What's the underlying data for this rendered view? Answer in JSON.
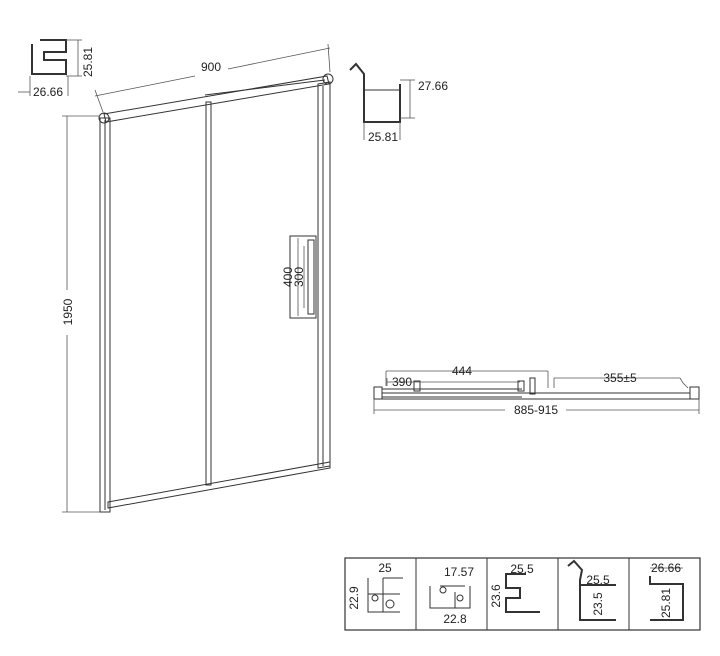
{
  "door": {
    "width": "900",
    "height": "1950",
    "handle_outer": "400",
    "handle_inner": "300"
  },
  "top_left_profile": {
    "width": "26.66",
    "height": "25.81"
  },
  "top_right_profile": {
    "height": "27.66",
    "width": "25.81"
  },
  "plan_view": {
    "panel_overlap": "444",
    "fixed_panel": "390",
    "opening": "355±5",
    "total_width": "885-915"
  },
  "profiles": [
    {
      "dims": [
        "25",
        "22.9"
      ]
    },
    {
      "dims": [
        "17.57",
        "22.8"
      ]
    },
    {
      "dims": [
        "25.5",
        "23.6"
      ]
    },
    {
      "dims": [
        "25.5",
        "23.5"
      ]
    },
    {
      "dims": [
        "26.66",
        "25.81"
      ]
    }
  ]
}
